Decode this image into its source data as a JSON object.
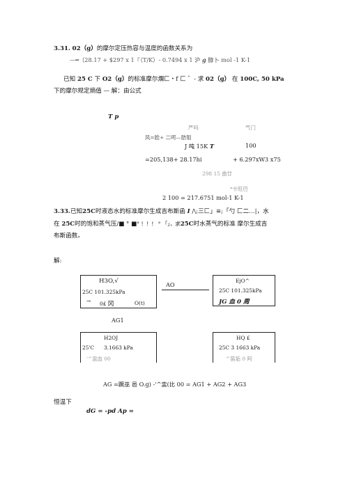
{
  "p331": {
    "number": "3.31.",
    "heading_bold": "02（g）",
    "heading_rest": "的摩尔定压热容与温度的函数关系为",
    "formula": "—━（28.17 + $297 x 1『（T/K）- 0.7494 x 1 沪",
    "formula_bi": "g",
    "formula_tail": "醇卜 mol -1 K-1",
    "given_line1_a": "已知",
    "given_line1_b": "25 C",
    "given_line1_c": "下",
    "given_line1_d": "O2（g）",
    "given_line1_e": "的标准摩尔爛匚・f 匚 ゛- 求",
    "given_line1_f": "02（g）",
    "given_line1_g": "在",
    "given_line1_h": "100C, 50 kPa",
    "given_line2": "下的摩尔规定熵值 — 解：由公式",
    "tp": "T p",
    "g1": "严吗",
    "g2": "气门",
    "g3": "风=脸+ 二呵—肪狙",
    "g4": "J 吨  15K",
    "g4_it": "T",
    "g5": "100",
    "g6": "=205,138+ 28.17hi",
    "g7": "+ 6.297xW3 x75",
    "g8": "298 15 曲廿",
    "g9": "*卄旺巴",
    "result": "2 100 = 217.6751 mol-1 K-1"
  },
  "p333": {
    "line1_a": "3.33.",
    "line1_b": "已知",
    "line1_c": "25C",
    "line1_d": "时液态水的标准摩尔生成吉布斯函",
    "line1_e": "I",
    "line1_f": "/\\",
    "line1_g": ";三匚」≡;「勺 匚二…|，水",
    "line2_a": "在",
    "line2_b": "25C",
    "line2_c": "时的饱和蒸气压/■ ° ■",
    "line2_d": "° ！！！ ° 「」，求",
    "line2_e": "25C",
    "line2_f": "时水蒸气的标准 摩尔生成吉",
    "line3": "布斯函数。",
    "solution": "解:",
    "box1": {
      "l1": "H3O,√",
      "l2": "25C 101.325kPa",
      "l3": "0£",
      "l3_big": "冈",
      "l4": "O(t)"
    },
    "ao": "AO",
    "box2": {
      "l1": "EjO^",
      "l2": "25C 101.325kPa",
      "l3": "JG 血 0 周"
    },
    "ag1": "AG1",
    "box3": {
      "l1": "H2OJ",
      "l2": "25'C",
      "l3": "3.1663 kPa",
      "l4": "'^盅血 00"
    },
    "box4": {
      "l1": "HQ £",
      "l2": "25C 3 1663 kPa",
      "l3": "^笛垢 0 阿"
    },
    "sum": "AG =蹶巫 邑 O.g) -'^盅(比 00 = AG1 + AG2 + AG3",
    "constant_t": "恒温下",
    "dg": "dG = -pd Ap ="
  }
}
